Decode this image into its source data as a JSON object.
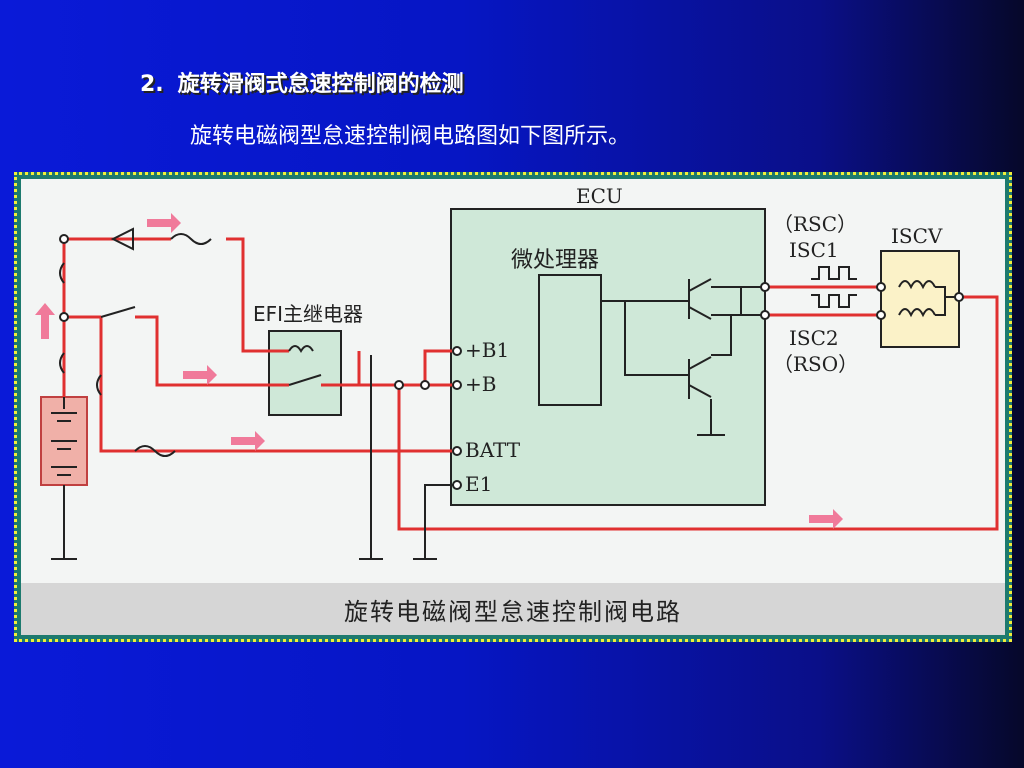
{
  "slide": {
    "title_number": "2.",
    "title": "旋转滑阀式怠速控制阀的检测",
    "subtitle": "旋转电磁阀型怠速控制阀电路图如下图所示。"
  },
  "diagram": {
    "ecu_label": "ECU",
    "microprocessor_label": "微处理器",
    "efi_relay_label": "EFI主继电器",
    "pin_b1": "+B1",
    "pin_b": "+B",
    "pin_batt": "BATT",
    "pin_e1": "E1",
    "rsc_label": "（RSC）",
    "isc1_label": "ISC1",
    "isc2_label": "ISC2",
    "rso_label": "（RSO）",
    "iscv_label": "ISCV",
    "caption": "旋转电磁阀型怠速控制阀电路"
  },
  "colors": {
    "wire": "#e03030",
    "ecu_fill": "#cfe8d8",
    "iscv_fill": "#fbf2c8",
    "battery_fill": "#f0b0a8",
    "arrow": "#f07a9a"
  }
}
